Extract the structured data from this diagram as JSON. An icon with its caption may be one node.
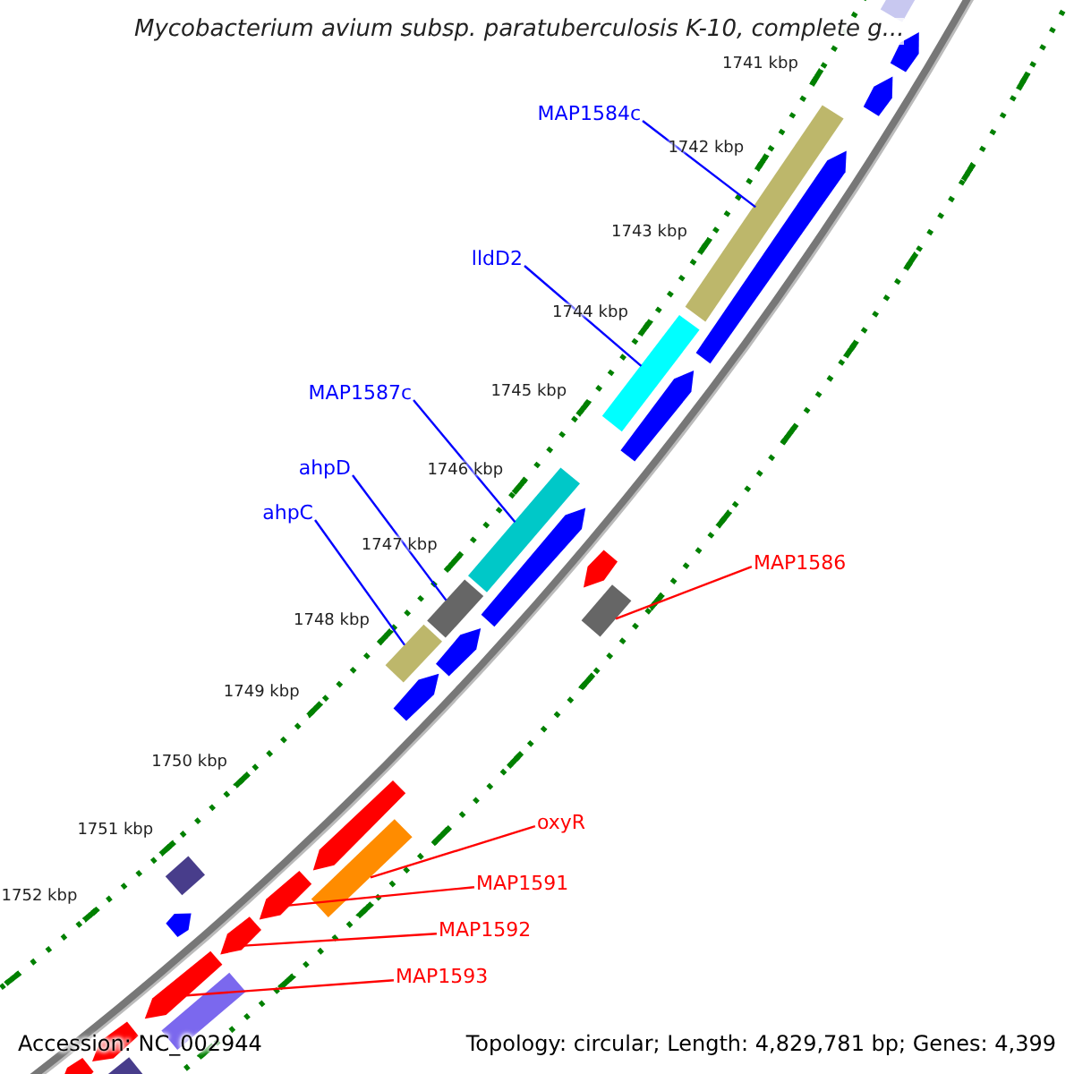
{
  "diagram": {
    "title": "Mycobacterium avium subsp. paratuberculosis K-10, complete g...",
    "nodes": [
      {
        "text": [
          "MAP1584c"
        ]
      },
      {
        "text": [],
        "shape": "bar"
      },
      {
        "text": [
          "lldD2"
        ]
      },
      {
        "text": [],
        "shape": "bar"
      },
      {
        "text": [
          "MAP1587c"
        ]
      },
      {
        "text": [],
        "shape": "bar"
      },
      {
        "text": [
          "ahpD"
        ]
      },
      {
        "text": [],
        "shape": "bar"
      },
      {
        "text": [
          "ahpC"
        ]
      },
      {
        "text": [],
        "shape": "bar"
      },
      {
        "text": [
          "MAP1586"
        ]
      },
      {
        "text": [],
        "shape": "bar"
      },
      {
        "text": [
          "oxyR"
        ]
      },
      {
        "text": [],
        "shape": "bar"
      },
      {
        "text": [
          "MAP1591"
        ]
      },
      {
        "text": [],
        "shape": "arrow"
      },
      {
        "text": [
          "MAP1592"
        ]
      },
      {
        "text": [],
        "shape": "arrow"
      },
      {
        "text": [
          "MAP1593"
        ]
      },
      {
        "text": [],
        "shape": "arrow"
      },
      {
        "text": [],
        "shape": "bar"
      },
      {
        "text": [],
        "shape": "arrow"
      },
      {
        "text": [],
        "shape": "arrow"
      },
      {
        "text": [],
        "shape": "arrow"
      },
      {
        "text": [],
        "shape": "arrow"
      },
      {
        "text": [],
        "shape": "arrow"
      },
      {
        "text": [],
        "shape": "arrow"
      },
      {
        "text": [],
        "shape": "arrow"
      },
      {
        "text": [],
        "shape": "arrow"
      },
      {
        "text": [],
        "shape": "bar"
      },
      {
        "text": [],
        "shape": "arrow"
      },
      {
        "text": [],
        "shape": "bar"
      },
      {
        "text": [],
        "shape": "arrow"
      },
      {
        "text": [],
        "shape": "arrow"
      },
      {
        "text": [],
        "shape": "bar"
      },
      {
        "text": [],
        "shape": "arrow"
      }
    ],
    "edges": [
      {
        "from": 0,
        "to": 1,
        "arrow": "none",
        "color": "#0000ff"
      },
      {
        "from": 2,
        "to": 3,
        "arrow": "none",
        "color": "#0000ff"
      },
      {
        "from": 4,
        "to": 5,
        "arrow": "none",
        "color": "#0000ff"
      },
      {
        "from": 6,
        "to": 7,
        "arrow": "none",
        "color": "#0000ff"
      },
      {
        "from": 8,
        "to": 9,
        "arrow": "none",
        "color": "#0000ff"
      },
      {
        "from": 10,
        "to": 11,
        "arrow": "none",
        "color": "#ff0000"
      },
      {
        "from": 12,
        "to": 13,
        "arrow": "none",
        "color": "#ff0000"
      },
      {
        "from": 14,
        "to": 15,
        "arrow": "none",
        "color": "#ff0000"
      },
      {
        "from": 16,
        "to": 17,
        "arrow": "none",
        "color": "#ff0000"
      },
      {
        "from": 18,
        "to": 19,
        "arrow": "none",
        "color": "#ff0000"
      }
    ],
    "labels": [
      "1741 kbp",
      "1742 kbp",
      "1743 kbp",
      "1744 kbp",
      "1745 kbp",
      "1746 kbp",
      "1747 kbp",
      "1748 kbp",
      "1749 kbp",
      "1750 kbp",
      "1751 kbp",
      "1752 kbp",
      "Accession: NC_002944",
      "Topology: circular; Length: 4,829,781 bp; Genes: 4,399"
    ]
  }
}
